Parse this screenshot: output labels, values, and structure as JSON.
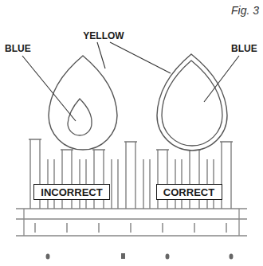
{
  "diagram": {
    "nodes": [
      {
        "text": [
          "INCORRECT"
        ]
      },
      {
        "text": [
          "CORRECT"
        ]
      }
    ],
    "labels": [
      "Fig. 3",
      "YELLOW",
      "BLUE",
      "BLUE"
    ]
  }
}
